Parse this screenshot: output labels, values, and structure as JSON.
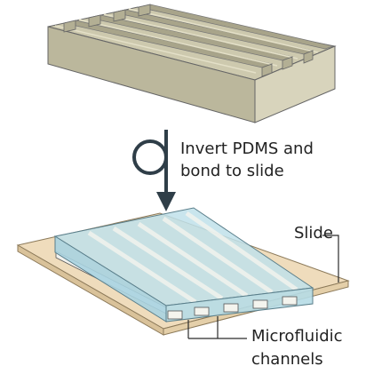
{
  "step_label": {
    "line1": "Invert PDMS and",
    "line2": "bond to slide"
  },
  "slide_label": "Slide",
  "channels_label": {
    "line1": "Microfluidic",
    "line2": "channels"
  },
  "colors": {
    "mold_top": "#cdc9ae",
    "mold_groove": "#a8a48a",
    "mold_side": "#bbb79c",
    "slide": "#efdcbc",
    "slide_edge": "#d9c29a",
    "pdms_top": "#bfe0ea",
    "pdms_side": "#a8d3e0",
    "arrow": "#2f3e48"
  }
}
